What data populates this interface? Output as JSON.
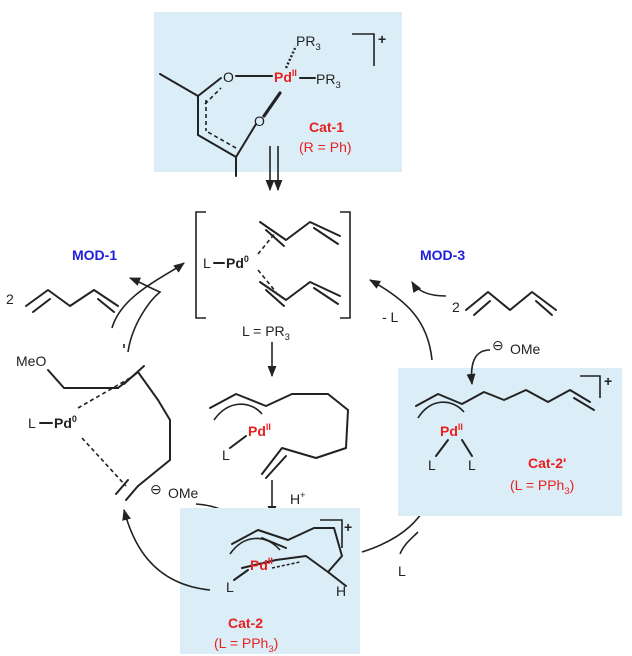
{
  "colors": {
    "box": "#dbeef8",
    "red": "#e8201f",
    "blue": "#2020d8",
    "ink": "#222222"
  },
  "cat1": {
    "name": "Cat-1",
    "cond": "(R = Ph)",
    "charge": "+",
    "metal": "Pd",
    "ox": "II",
    "ligand": "PR",
    "lig_sub": "3",
    "o1": "O",
    "o2": "O"
  },
  "center": {
    "L": "L",
    "metal": "Pd",
    "ox": "0",
    "lig_label": "L = PR",
    "lig_sub": "3"
  },
  "mod1": {
    "label": "MOD-1",
    "coeff": "2"
  },
  "mod3": {
    "label": "MOD-3",
    "coeff": "2",
    "minus_L": "- L"
  },
  "left_complex": {
    "meo": "MeO",
    "L": "L",
    "metal": "Pd",
    "ox": "0"
  },
  "middle_complex": {
    "L": "L",
    "metal": "Pd",
    "ox": "II"
  },
  "proton": {
    "label": "H",
    "charge": "+"
  },
  "cat2": {
    "name": "Cat-2",
    "cond_a": "(L = PPh",
    "cond_sub": "3",
    "cond_b": ")",
    "charge": "+",
    "L": "L",
    "metal": "Pd",
    "ox": "II",
    "H": "H"
  },
  "cat2p": {
    "name": "Cat-2'",
    "cond_a": "(L = PPh",
    "cond_sub": "3",
    "cond_b": ")",
    "charge": "+",
    "L1": "L",
    "L2": "L",
    "metal": "Pd",
    "ox": "II"
  },
  "methoxide": {
    "label": "OMe",
    "charge": "⊖"
  },
  "ligand_L": "L"
}
